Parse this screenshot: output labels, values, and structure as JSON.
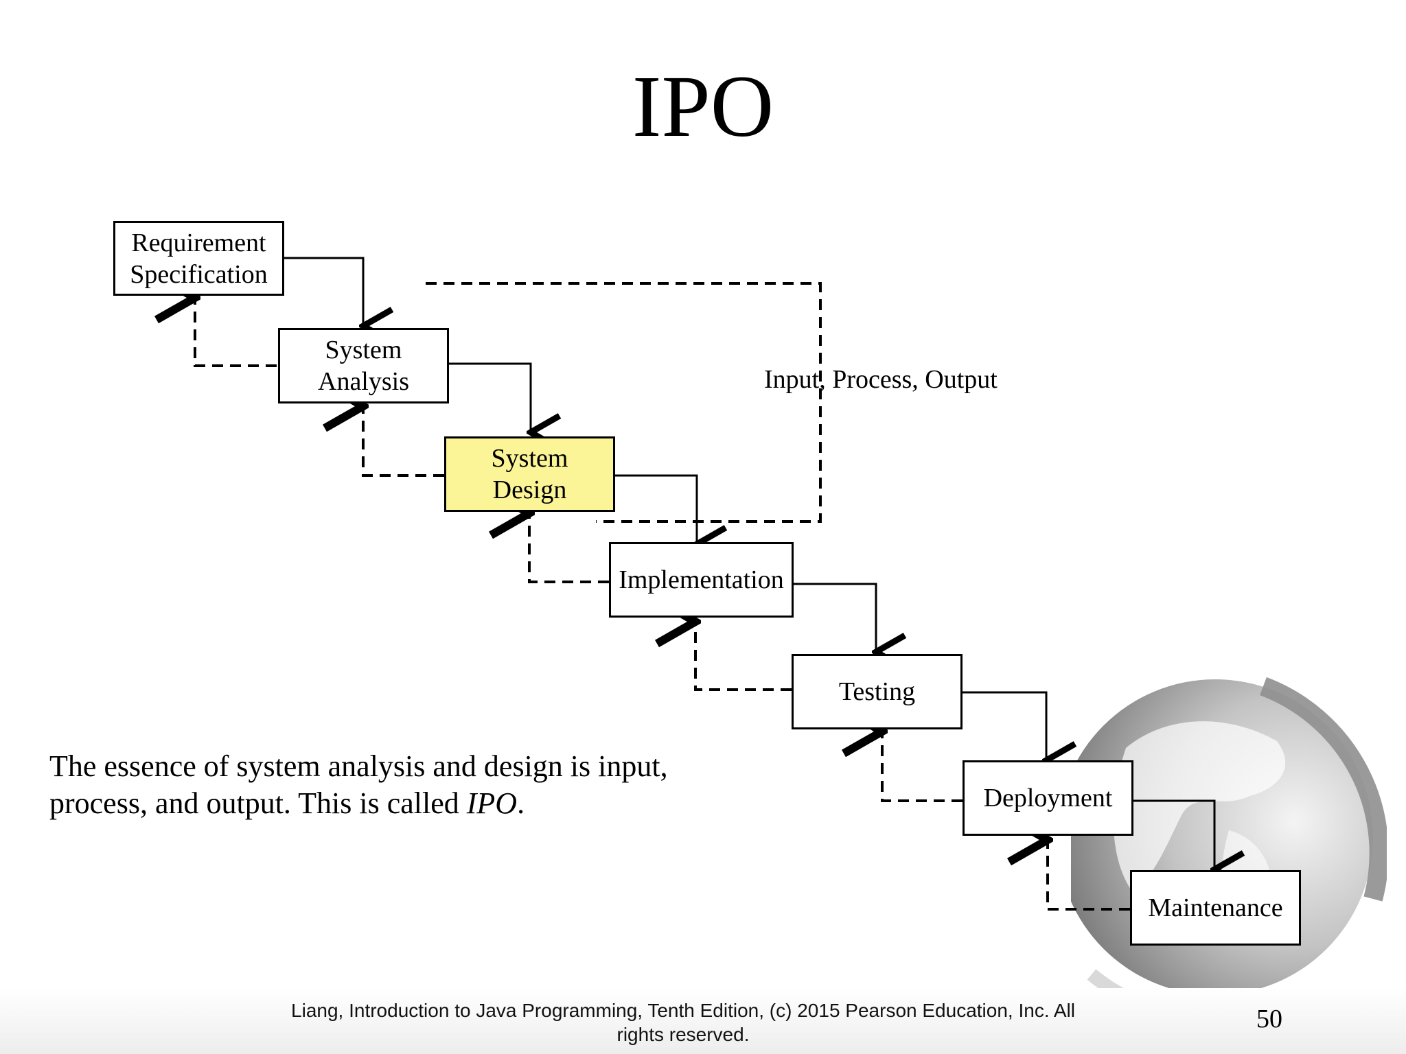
{
  "slide": {
    "title": "IPO",
    "ipo_label": "Input, Process, Output",
    "essence_text_1": "The essence of system analysis and design is input,",
    "essence_text_2": "process, and output. This is called ",
    "essence_text_em": "IPO",
    "essence_text_end": ".",
    "footer_line1": "Liang, Introduction to Java Programming, Tenth Edition, (c) 2015 Pearson Education, Inc. All",
    "footer_line2": "rights reserved.",
    "page_number": "50"
  },
  "diagram": {
    "stages": [
      {
        "line1": "Requirement",
        "line2": "Specification"
      },
      {
        "line1": "System",
        "line2": "Analysis"
      },
      {
        "line1": "System",
        "line2": "Design",
        "highlighted": true
      },
      {
        "line1": "Implementation",
        "line2": ""
      },
      {
        "line1": "Testing",
        "line2": ""
      },
      {
        "line1": "Deployment",
        "line2": ""
      },
      {
        "line1": "Maintenance",
        "line2": ""
      }
    ]
  },
  "colors": {
    "highlight": "#fbf597",
    "footer_gradient": "#ededed"
  },
  "decorations": {
    "globe_icon": "globe-icon"
  }
}
